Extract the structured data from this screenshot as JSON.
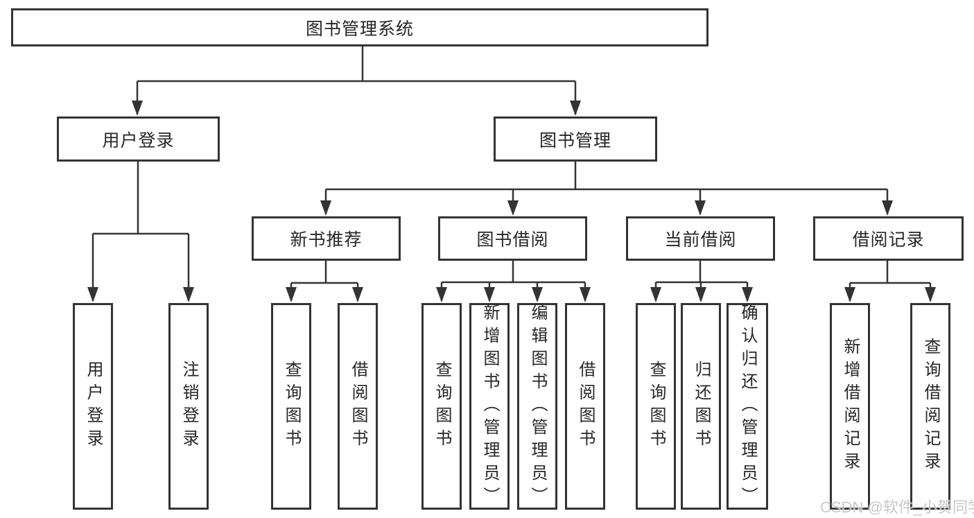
{
  "diagram": {
    "title": "图书管理系统",
    "branches": [
      {
        "label": "用户登录",
        "leaves": [
          "用户登录",
          "注销登录"
        ]
      },
      {
        "label": "图书管理",
        "groups": [
          {
            "label": "新书推荐",
            "leaves": [
              "查询图书",
              "借阅图书"
            ]
          },
          {
            "label": "图书借阅",
            "leaves": [
              "查询图书",
              "新增图书（管理员）",
              "编辑图书（管理员）",
              "借阅图书"
            ]
          },
          {
            "label": "当前借阅",
            "leaves": [
              "查询图书",
              "归还图书",
              "确认归还（管理员）"
            ]
          },
          {
            "label": "借阅记录",
            "leaves": [
              "新增借阅记录",
              "查询借阅记录"
            ]
          }
        ]
      }
    ]
  },
  "watermark": {
    "text": "CSDN @软件_小贺同学"
  },
  "colors": {
    "line": "#333333",
    "box_border": "#333333",
    "text": "#262626",
    "watermark": "#c5c5c5",
    "background": "#ffffff"
  }
}
